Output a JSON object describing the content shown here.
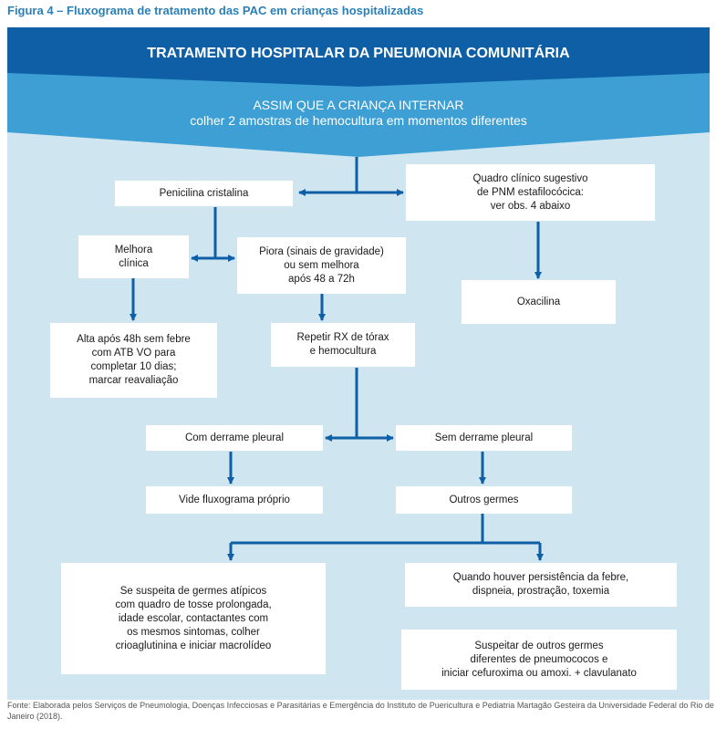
{
  "figure_title": "Figura 4 – Fluxograma de tratamento das PAC em crianças hospitalizadas",
  "colors": {
    "dark_blue": "#0e5fa6",
    "mid_blue": "#3d9fd3",
    "background": "#cfe6f1",
    "arrow": "#0e5fa6"
  },
  "banner": {
    "title": "TRATAMENTO HOSPITALAR DA PNEUMONIA COMUNITÁRIA",
    "line1": "ASSIM QUE A CRIANÇA INTERNAR",
    "line2": "colher 2 amostras de hemocultura em momentos diferentes"
  },
  "nodes": {
    "penicilina": "Penicilina cristalina",
    "estafilococica": "Quadro clínico sugestivo\nde PNM estafilocócica:\nver obs. 4 abaixo",
    "melhora": "Melhora\nclínica",
    "piora": "Piora (sinais de gravidade)\nou sem melhora\napós 48 a 72h",
    "oxacilina": "Oxacilina",
    "alta": "Alta após 48h sem febre\ncom ATB VO para\ncompletar 10 dias;\nmarcar reavaliação",
    "repetir": "Repetir RX de tórax\ne hemocultura",
    "com_derrame": "Com derrame pleural",
    "sem_derrame": "Sem derrame pleural",
    "vide": "Vide fluxograma próprio",
    "outros_germes": "Outros germes",
    "atipicos": "Se suspeita de germes atípicos\ncom quadro de tosse prolongada,\nidade escolar, contactantes com\nos mesmos sintomas, colher\ncrioaglutinina e iniciar macrolídeo",
    "persistencia": "Quando houver persistência da febre,\ndispneia, prostração, toxemia",
    "suspeitar": "Suspeitar de outros germes\ndiferentes de pneumococos e\niniciar cefuroxima ou amoxi. + clavulanato"
  },
  "source": "Fonte: Elaborada pelos Serviços de Pneumologia, Doenças Infecciosas e Parasitárias e Emergência do Instituto de Puericultura e Pediatria Martagão Gesteira da Universidade Federal do Rio de Janeiro (2018)."
}
